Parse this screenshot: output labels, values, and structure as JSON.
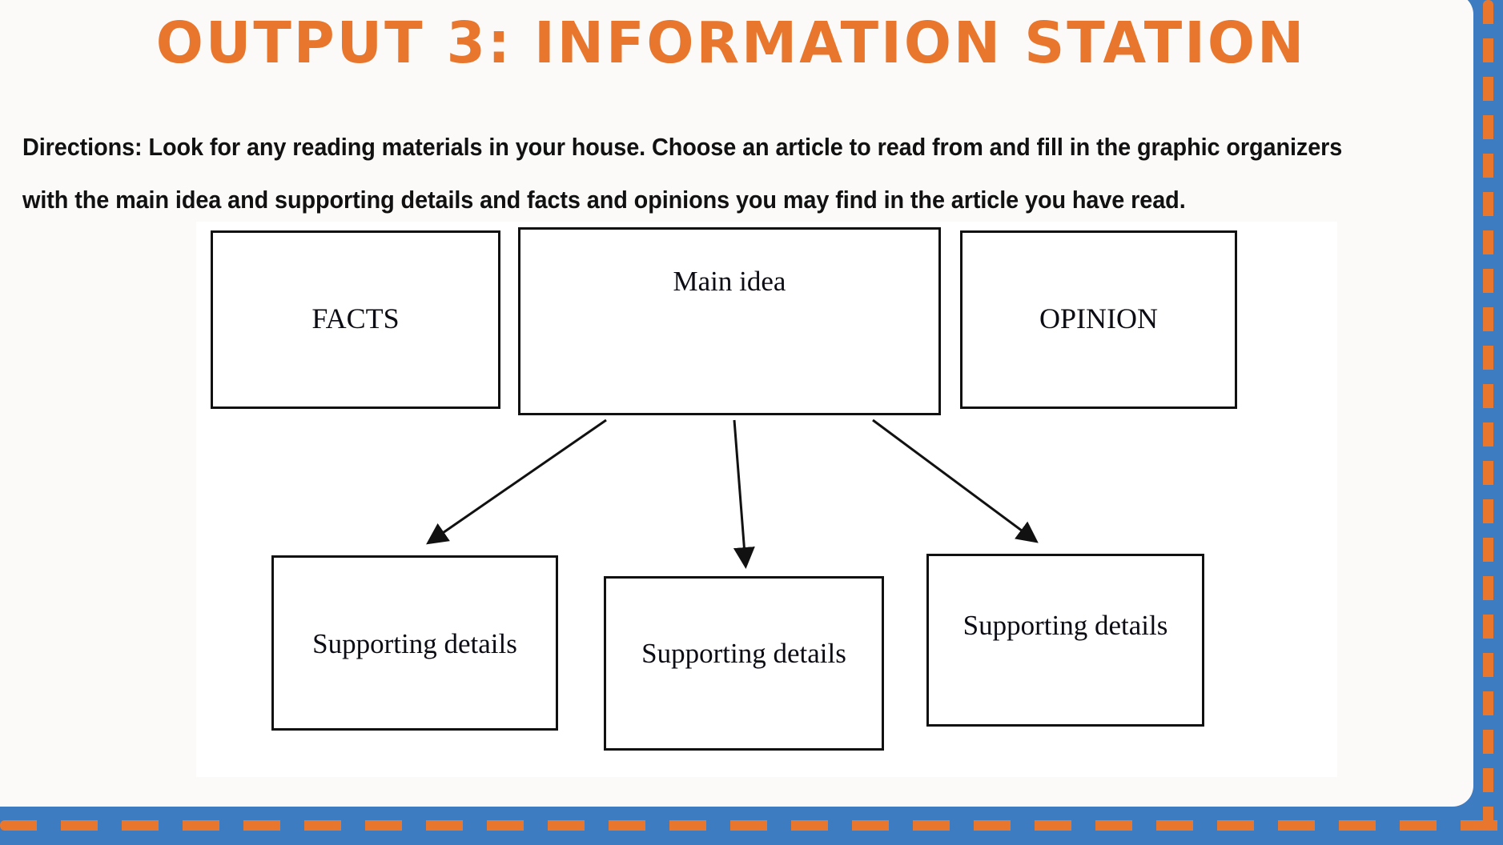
{
  "page": {
    "title": "OUTPUT 3: INFORMATION STATION",
    "accent_color": "#e8762c",
    "frame_color": "#3d7cc0",
    "sheet_color": "#fbfaf9"
  },
  "directions": {
    "lead": "Directions:",
    "body": " Look for any reading materials in your house. Choose an article to read from and fill in the graphic organizers with the main idea and supporting details and facts and opinions you may find in the article you have read."
  },
  "organizer": {
    "nodes": {
      "facts": "FACTS",
      "main_idea": "Main idea",
      "opinion": "OPINION",
      "support_1": "Supporting details",
      "support_2": "Supporting details",
      "support_3": "Supporting details"
    },
    "arrows": [
      {
        "name": "main-idea-to-support-1",
        "from": "main_idea",
        "to": "support_1"
      },
      {
        "name": "main-idea-to-support-2",
        "from": "main_idea",
        "to": "support_2"
      },
      {
        "name": "main-idea-to-support-3",
        "from": "main_idea",
        "to": "support_3"
      }
    ]
  }
}
